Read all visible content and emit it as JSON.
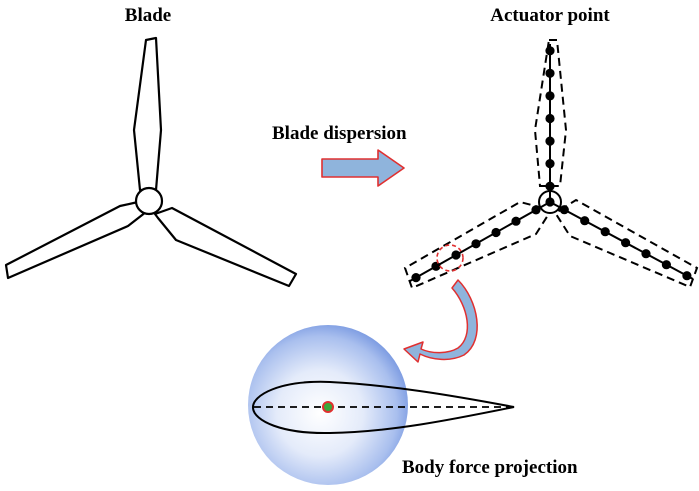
{
  "labels": {
    "blade": "Blade",
    "actuator_point": "Actuator point",
    "blade_dispersion": "Blade dispersion",
    "body_force_projection": "Body force projection"
  },
  "colors": {
    "arrow_fill": "#8fb4dc",
    "arrow_stroke": "#e03030",
    "sphere_center": "#ffffff",
    "sphere_edge": "#4a74d0",
    "highlight_circle": "#e03030",
    "center_dot": "#3aa83a",
    "center_ring": "#e03030"
  },
  "actuator_points_per_blade": 7
}
